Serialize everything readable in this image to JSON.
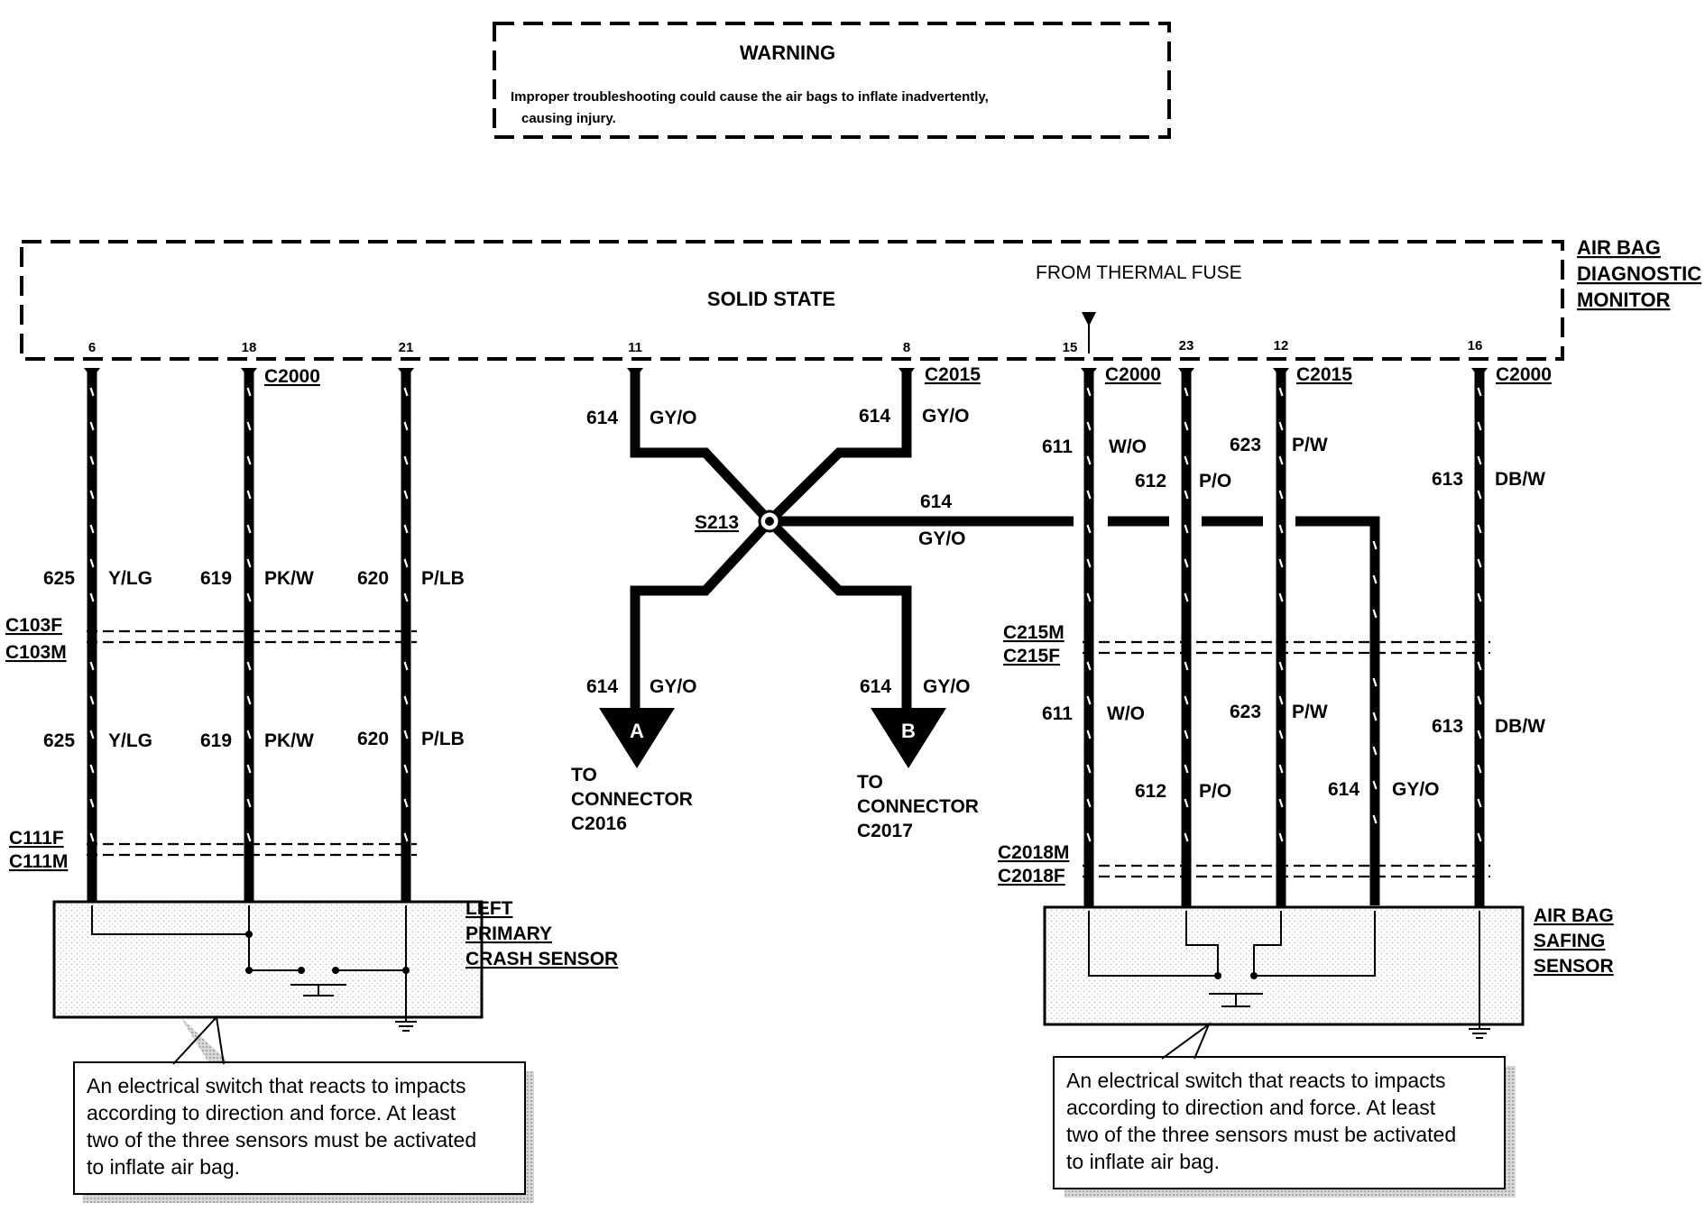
{
  "warning": {
    "title": "WARNING",
    "line1": "Improper troubleshooting could cause the air bags to inflate inadvertently,",
    "line2": "causing injury."
  },
  "module": {
    "name_lines": [
      "AIR BAG",
      "DIAGNOSTIC",
      "MONITOR"
    ],
    "solid_state": "SOLID STATE",
    "from_thermal_fuse": "FROM THERMAL FUSE",
    "pins": [
      "6",
      "18",
      "21",
      "11",
      "8",
      "15",
      "23",
      "12",
      "16"
    ],
    "connectors_top": [
      "C2000",
      "C2015",
      "C2000",
      "C2015",
      "C2000"
    ]
  },
  "left_circuits": [
    {
      "circuit": "625",
      "color": "Y/LG"
    },
    {
      "circuit": "619",
      "color": "PK/W"
    },
    {
      "circuit": "620",
      "color": "P/LB"
    }
  ],
  "left_connectors": [
    "C103F",
    "C103M",
    "C111F",
    "C111M"
  ],
  "left_sensor": [
    "LEFT",
    "PRIMARY",
    "CRASH SENSOR"
  ],
  "splice": {
    "name": "S213",
    "circuit": "614",
    "color": "GY/O",
    "branches": [
      {
        "circuit": "614",
        "color": "GY/O",
        "letter": "A",
        "to_lines": [
          "TO",
          "CONNECTOR",
          "C2016"
        ]
      },
      {
        "circuit": "614",
        "color": "GY/O",
        "letter": "B",
        "to_lines": [
          "TO",
          "CONNECTOR",
          "C2017"
        ]
      }
    ]
  },
  "right_circuits_upper": [
    {
      "circuit": "611",
      "color": "W/O"
    },
    {
      "circuit": "612",
      "color": "P/O"
    },
    {
      "circuit": "623",
      "color": "P/W"
    },
    {
      "circuit": "613",
      "color": "DB/W"
    }
  ],
  "right_circuits_lower": [
    {
      "circuit": "611",
      "color": "W/O"
    },
    {
      "circuit": "612",
      "color": "P/O"
    },
    {
      "circuit": "623",
      "color": "P/W"
    },
    {
      "circuit": "614",
      "color": "GY/O"
    },
    {
      "circuit": "613",
      "color": "DB/W"
    }
  ],
  "right_connectors": [
    "C215M",
    "C215F",
    "C2018M",
    "C2018F"
  ],
  "right_sensor": [
    "AIR BAG",
    "SAFING",
    "SENSOR"
  ],
  "callout_lines": [
    "An electrical switch that reacts to impacts",
    "according to direction and force.  At least",
    "two of the three sensors must be activated",
    "to inflate air bag."
  ]
}
